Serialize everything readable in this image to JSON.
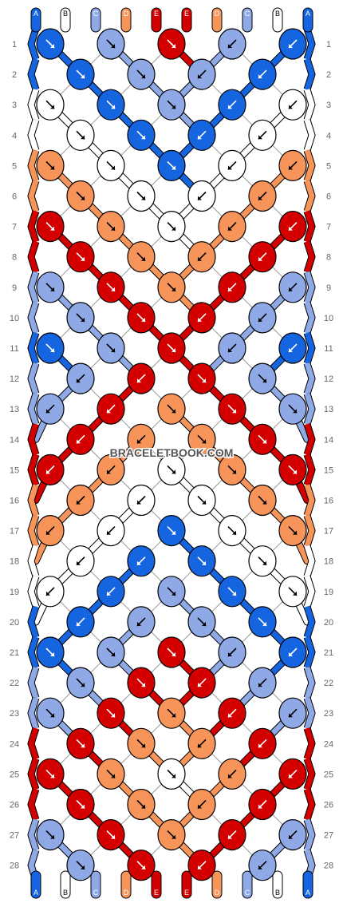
{
  "watermark": "BRACELETBOOK.COM",
  "colors": {
    "A": "#1565e0",
    "B": "#ffffff",
    "C": "#8fa8e6",
    "D": "#f7945a",
    "E": "#d40000"
  },
  "string_labels_top": [
    "A",
    "B",
    "C",
    "D",
    "E",
    "E",
    "D",
    "C",
    "B",
    "A"
  ],
  "string_labels_bottom": [
    "A",
    "B",
    "C",
    "D",
    "E",
    "E",
    "D",
    "C",
    "B",
    "A"
  ],
  "row_numbers": [
    "1",
    "2",
    "3",
    "4",
    "5",
    "6",
    "7",
    "8",
    "9",
    "10",
    "11",
    "12",
    "13",
    "14",
    "15",
    "16",
    "17",
    "18",
    "19",
    "20",
    "21",
    "22",
    "23",
    "24",
    "25",
    "26",
    "27",
    "28"
  ],
  "knots": [
    {
      "row": 1,
      "knots": [
        {
          "c": "A",
          "d": "r"
        },
        {
          "c": "C",
          "d": "r"
        },
        {
          "c": "E",
          "d": "r"
        },
        {
          "c": "C",
          "d": "l"
        },
        {
          "c": "A",
          "d": "l"
        }
      ]
    },
    {
      "row": 2,
      "knots": [
        {
          "c": "A",
          "d": "r"
        },
        {
          "c": "C",
          "d": "r"
        },
        {
          "c": "C",
          "d": "l"
        },
        {
          "c": "A",
          "d": "l"
        }
      ]
    },
    {
      "row": 3,
      "knots": [
        {
          "c": "B",
          "d": "r"
        },
        {
          "c": "A",
          "d": "r"
        },
        {
          "c": "C",
          "d": "r"
        },
        {
          "c": "A",
          "d": "l"
        },
        {
          "c": "B",
          "d": "l"
        }
      ]
    },
    {
      "row": 4,
      "knots": [
        {
          "c": "B",
          "d": "r"
        },
        {
          "c": "A",
          "d": "r"
        },
        {
          "c": "A",
          "d": "l"
        },
        {
          "c": "B",
          "d": "l"
        }
      ]
    },
    {
      "row": 5,
      "knots": [
        {
          "c": "D",
          "d": "r"
        },
        {
          "c": "B",
          "d": "r"
        },
        {
          "c": "A",
          "d": "r"
        },
        {
          "c": "B",
          "d": "l"
        },
        {
          "c": "D",
          "d": "l"
        }
      ]
    },
    {
      "row": 6,
      "knots": [
        {
          "c": "D",
          "d": "r"
        },
        {
          "c": "B",
          "d": "r"
        },
        {
          "c": "B",
          "d": "l"
        },
        {
          "c": "D",
          "d": "l"
        }
      ]
    },
    {
      "row": 7,
      "knots": [
        {
          "c": "E",
          "d": "r"
        },
        {
          "c": "D",
          "d": "r"
        },
        {
          "c": "B",
          "d": "r"
        },
        {
          "c": "D",
          "d": "l"
        },
        {
          "c": "E",
          "d": "l"
        }
      ]
    },
    {
      "row": 8,
      "knots": [
        {
          "c": "E",
          "d": "r"
        },
        {
          "c": "D",
          "d": "r"
        },
        {
          "c": "D",
          "d": "l"
        },
        {
          "c": "E",
          "d": "l"
        }
      ]
    },
    {
      "row": 9,
      "knots": [
        {
          "c": "C",
          "d": "r"
        },
        {
          "c": "E",
          "d": "r"
        },
        {
          "c": "D",
          "d": "r"
        },
        {
          "c": "E",
          "d": "l"
        },
        {
          "c": "C",
          "d": "l"
        }
      ]
    },
    {
      "row": 10,
      "knots": [
        {
          "c": "C",
          "d": "r"
        },
        {
          "c": "E",
          "d": "r"
        },
        {
          "c": "E",
          "d": "l"
        },
        {
          "c": "C",
          "d": "l"
        }
      ]
    },
    {
      "row": 11,
      "knots": [
        {
          "c": "A",
          "d": "r"
        },
        {
          "c": "C",
          "d": "r"
        },
        {
          "c": "E",
          "d": "r"
        },
        {
          "c": "C",
          "d": "l"
        },
        {
          "c": "A",
          "d": "l"
        }
      ]
    },
    {
      "row": 12,
      "knots": [
        {
          "c": "C",
          "d": "l"
        },
        {
          "c": "E",
          "d": "l"
        },
        {
          "c": "E",
          "d": "r"
        },
        {
          "c": "C",
          "d": "r"
        }
      ]
    },
    {
      "row": 13,
      "knots": [
        {
          "c": "C",
          "d": "l"
        },
        {
          "c": "E",
          "d": "l"
        },
        {
          "c": "D",
          "d": "r"
        },
        {
          "c": "E",
          "d": "r"
        },
        {
          "c": "C",
          "d": "r"
        }
      ]
    },
    {
      "row": 14,
      "knots": [
        {
          "c": "E",
          "d": "l"
        },
        {
          "c": "D",
          "d": "l"
        },
        {
          "c": "D",
          "d": "r"
        },
        {
          "c": "E",
          "d": "r"
        }
      ]
    },
    {
      "row": 15,
      "knots": [
        {
          "c": "E",
          "d": "l"
        },
        {
          "c": "D",
          "d": "l"
        },
        {
          "c": "B",
          "d": "r"
        },
        {
          "c": "D",
          "d": "r"
        },
        {
          "c": "E",
          "d": "r"
        }
      ]
    },
    {
      "row": 16,
      "knots": [
        {
          "c": "D",
          "d": "l"
        },
        {
          "c": "B",
          "d": "l"
        },
        {
          "c": "B",
          "d": "r"
        },
        {
          "c": "D",
          "d": "r"
        }
      ]
    },
    {
      "row": 17,
      "knots": [
        {
          "c": "D",
          "d": "l"
        },
        {
          "c": "B",
          "d": "l"
        },
        {
          "c": "A",
          "d": "r"
        },
        {
          "c": "B",
          "d": "r"
        },
        {
          "c": "D",
          "d": "r"
        }
      ]
    },
    {
      "row": 18,
      "knots": [
        {
          "c": "B",
          "d": "l"
        },
        {
          "c": "A",
          "d": "l"
        },
        {
          "c": "A",
          "d": "r"
        },
        {
          "c": "B",
          "d": "r"
        }
      ]
    },
    {
      "row": 19,
      "knots": [
        {
          "c": "B",
          "d": "l"
        },
        {
          "c": "A",
          "d": "l"
        },
        {
          "c": "C",
          "d": "r"
        },
        {
          "c": "A",
          "d": "r"
        },
        {
          "c": "B",
          "d": "r"
        }
      ]
    },
    {
      "row": 20,
      "knots": [
        {
          "c": "A",
          "d": "l"
        },
        {
          "c": "C",
          "d": "l"
        },
        {
          "c": "C",
          "d": "r"
        },
        {
          "c": "A",
          "d": "r"
        }
      ]
    },
    {
      "row": 21,
      "knots": [
        {
          "c": "A",
          "d": "r"
        },
        {
          "c": "C",
          "d": "r"
        },
        {
          "c": "E",
          "d": "r"
        },
        {
          "c": "C",
          "d": "l"
        },
        {
          "c": "A",
          "d": "l"
        }
      ]
    },
    {
      "row": 22,
      "knots": [
        {
          "c": "C",
          "d": "r"
        },
        {
          "c": "E",
          "d": "r"
        },
        {
          "c": "E",
          "d": "l"
        },
        {
          "c": "C",
          "d": "l"
        }
      ]
    },
    {
      "row": 23,
      "knots": [
        {
          "c": "C",
          "d": "r"
        },
        {
          "c": "E",
          "d": "r"
        },
        {
          "c": "D",
          "d": "r"
        },
        {
          "c": "E",
          "d": "l"
        },
        {
          "c": "C",
          "d": "l"
        }
      ]
    },
    {
      "row": 24,
      "knots": [
        {
          "c": "E",
          "d": "r"
        },
        {
          "c": "D",
          "d": "r"
        },
        {
          "c": "D",
          "d": "l"
        },
        {
          "c": "E",
          "d": "l"
        }
      ]
    },
    {
      "row": 25,
      "knots": [
        {
          "c": "E",
          "d": "r"
        },
        {
          "c": "D",
          "d": "r"
        },
        {
          "c": "B",
          "d": "r"
        },
        {
          "c": "D",
          "d": "l"
        },
        {
          "c": "E",
          "d": "l"
        }
      ]
    },
    {
      "row": 26,
      "knots": [
        {
          "c": "E",
          "d": "r"
        },
        {
          "c": "D",
          "d": "r"
        },
        {
          "c": "D",
          "d": "l"
        },
        {
          "c": "E",
          "d": "l"
        }
      ]
    },
    {
      "row": 27,
      "knots": [
        {
          "c": "C",
          "d": "r"
        },
        {
          "c": "E",
          "d": "r"
        },
        {
          "c": "D",
          "d": "r"
        },
        {
          "c": "E",
          "d": "l"
        },
        {
          "c": "C",
          "d": "l"
        }
      ]
    },
    {
      "row": 28,
      "knots": [
        {
          "c": "C",
          "d": "r"
        },
        {
          "c": "E",
          "d": "r"
        },
        {
          "c": "E",
          "d": "l"
        },
        {
          "c": "C",
          "d": "l"
        }
      ]
    }
  ]
}
